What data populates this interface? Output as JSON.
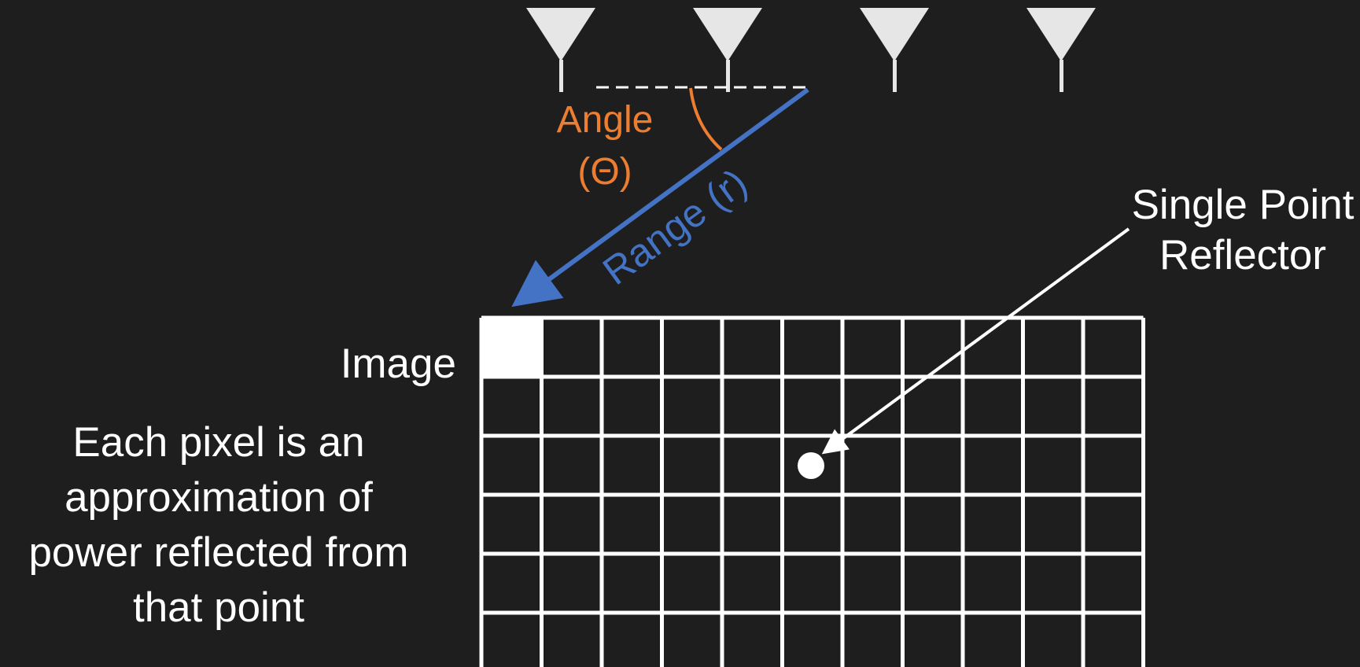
{
  "colors": {
    "background": "#1e1e1e",
    "antenna": "#e6e6e6",
    "white": "#ffffff",
    "angle": "#ed7d31",
    "range": "#4472c4"
  },
  "antennas": [
    "antenna-1",
    "antenna-2",
    "antenna-3",
    "antenna-4"
  ],
  "angle_label": {
    "line1": "Angle",
    "line2": "(Θ)"
  },
  "range_label": "Range (r)",
  "reflector_label": {
    "line1": "Single Point",
    "line2": "Reflector"
  },
  "image_label": "Image",
  "description": {
    "line1": "Each pixel is an",
    "line2": "approximation of",
    "line3": "power reflected from",
    "line4": "that point"
  },
  "grid": {
    "columns": 11,
    "rows_visible": 6,
    "highlighted_cell": [
      0,
      0
    ],
    "reflector_cell": [
      5,
      2
    ]
  }
}
